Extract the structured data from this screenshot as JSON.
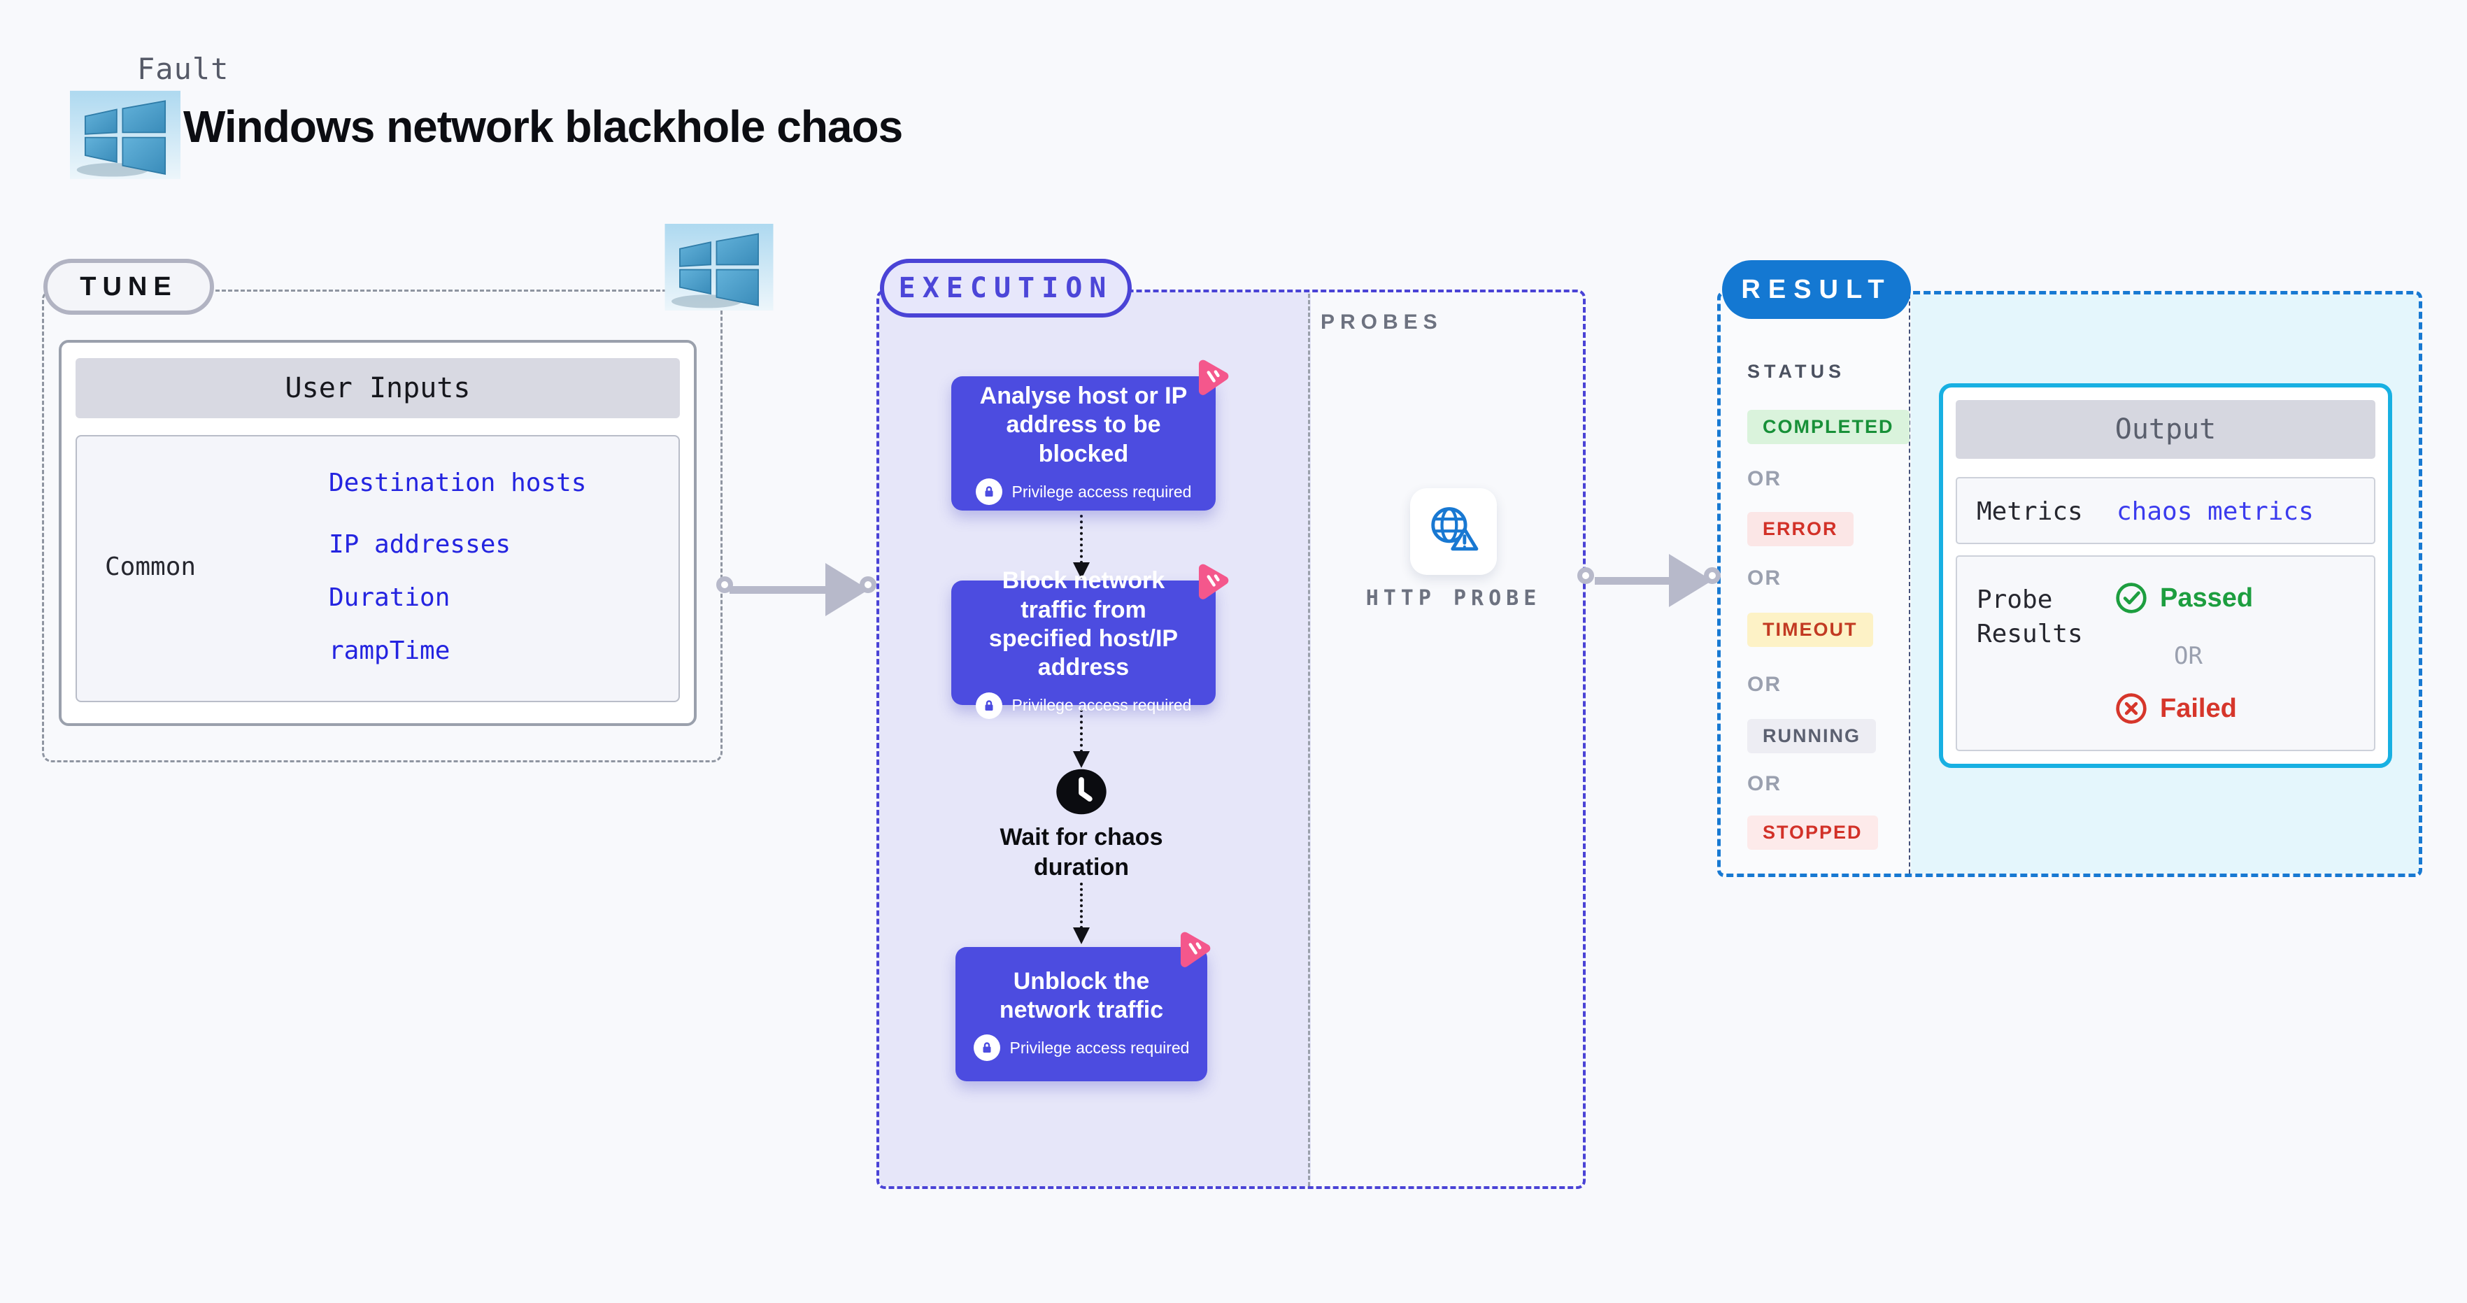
{
  "header": {
    "kicker": "Fault",
    "title": "Windows network blackhole chaos"
  },
  "tune": {
    "label": "TUNE",
    "card_title": "User Inputs",
    "row_label": "Common",
    "inputs": [
      "Destination hosts",
      "IP addresses",
      "Duration",
      "rampTime"
    ]
  },
  "execution": {
    "label": "EXECUTION",
    "boxes": [
      {
        "title": "Analyse host or IP address to be blocked",
        "badge": "Privilege access required"
      },
      {
        "title": "Block network traffic from specified host/IP address",
        "badge": "Privilege access required"
      },
      {
        "title": "Unblock the network traffic",
        "badge": "Privilege access required"
      }
    ],
    "wait_label": "Wait for chaos duration"
  },
  "probes": {
    "label": "PROBES",
    "probe_label": "HTTP PROBE"
  },
  "result": {
    "label": "RESULT",
    "status_title": "STATUS",
    "or_label": "OR",
    "statuses": [
      {
        "text": "COMPLETED",
        "color": "#179038",
        "bg": "#daf3dc"
      },
      {
        "text": "ERROR",
        "color": "#d23128",
        "bg": "#fbe6e6"
      },
      {
        "text": "TIMEOUT",
        "color": "#c23a22",
        "bg": "#fdf2c6"
      },
      {
        "text": "RUNNING",
        "color": "#5b6070",
        "bg": "#ededf3"
      },
      {
        "text": "STOPPED",
        "color": "#d23128",
        "bg": "#fdeaea"
      }
    ],
    "output": {
      "title": "Output",
      "metrics_label": "Metrics",
      "metrics_link": "chaos metrics",
      "probe_results_label": "Probe Results",
      "passed_label": "Passed",
      "failed_label": "Failed"
    }
  },
  "colors": {
    "accent_indigo": "#4a43d6",
    "accent_blue": "#1478d2",
    "accent_cyan": "#18b0e2",
    "action_box": "#4c4ce0",
    "link_blue": "#2424e0",
    "pink_icon": "#f4578c",
    "arrow_gray": "#b7b9ca",
    "success_green": "#1d9e3f",
    "fail_red": "#d6362b"
  }
}
